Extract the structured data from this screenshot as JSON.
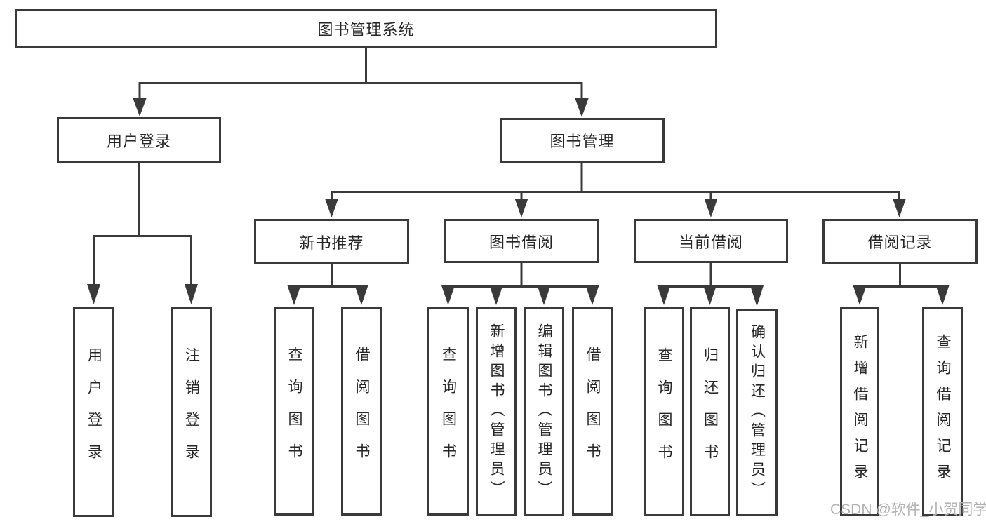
{
  "tree": {
    "root": {
      "label": "图书管理系统"
    },
    "branches": [
      {
        "label": "用户登录",
        "children": [
          {
            "label": "用户登录"
          },
          {
            "label": "注销登录"
          }
        ]
      },
      {
        "label": "图书管理",
        "children": [
          {
            "label": "新书推荐",
            "children": [
              {
                "label": "查询图书"
              },
              {
                "label": "借阅图书"
              }
            ]
          },
          {
            "label": "图书借阅",
            "children": [
              {
                "label": "查询图书"
              },
              {
                "label": "新增图书（管理员）"
              },
              {
                "label": "编辑图书（管理员）"
              },
              {
                "label": "借阅图书"
              }
            ]
          },
          {
            "label": "当前借阅",
            "children": [
              {
                "label": "查询图书"
              },
              {
                "label": "归还图书"
              },
              {
                "label": "确认归还（管理员）"
              }
            ]
          },
          {
            "label": "借阅记录",
            "children": [
              {
                "label": "新增借阅记录"
              },
              {
                "label": "查询借阅记录"
              }
            ]
          }
        ]
      }
    ]
  },
  "watermark": {
    "text": "CSDN @软件_小贺同学"
  },
  "colors": {
    "line": "#3a3a3a",
    "box_border": "#3a3a3a",
    "text": "#262626",
    "watermark": "#b2b2b2",
    "background": "#ffffff"
  }
}
